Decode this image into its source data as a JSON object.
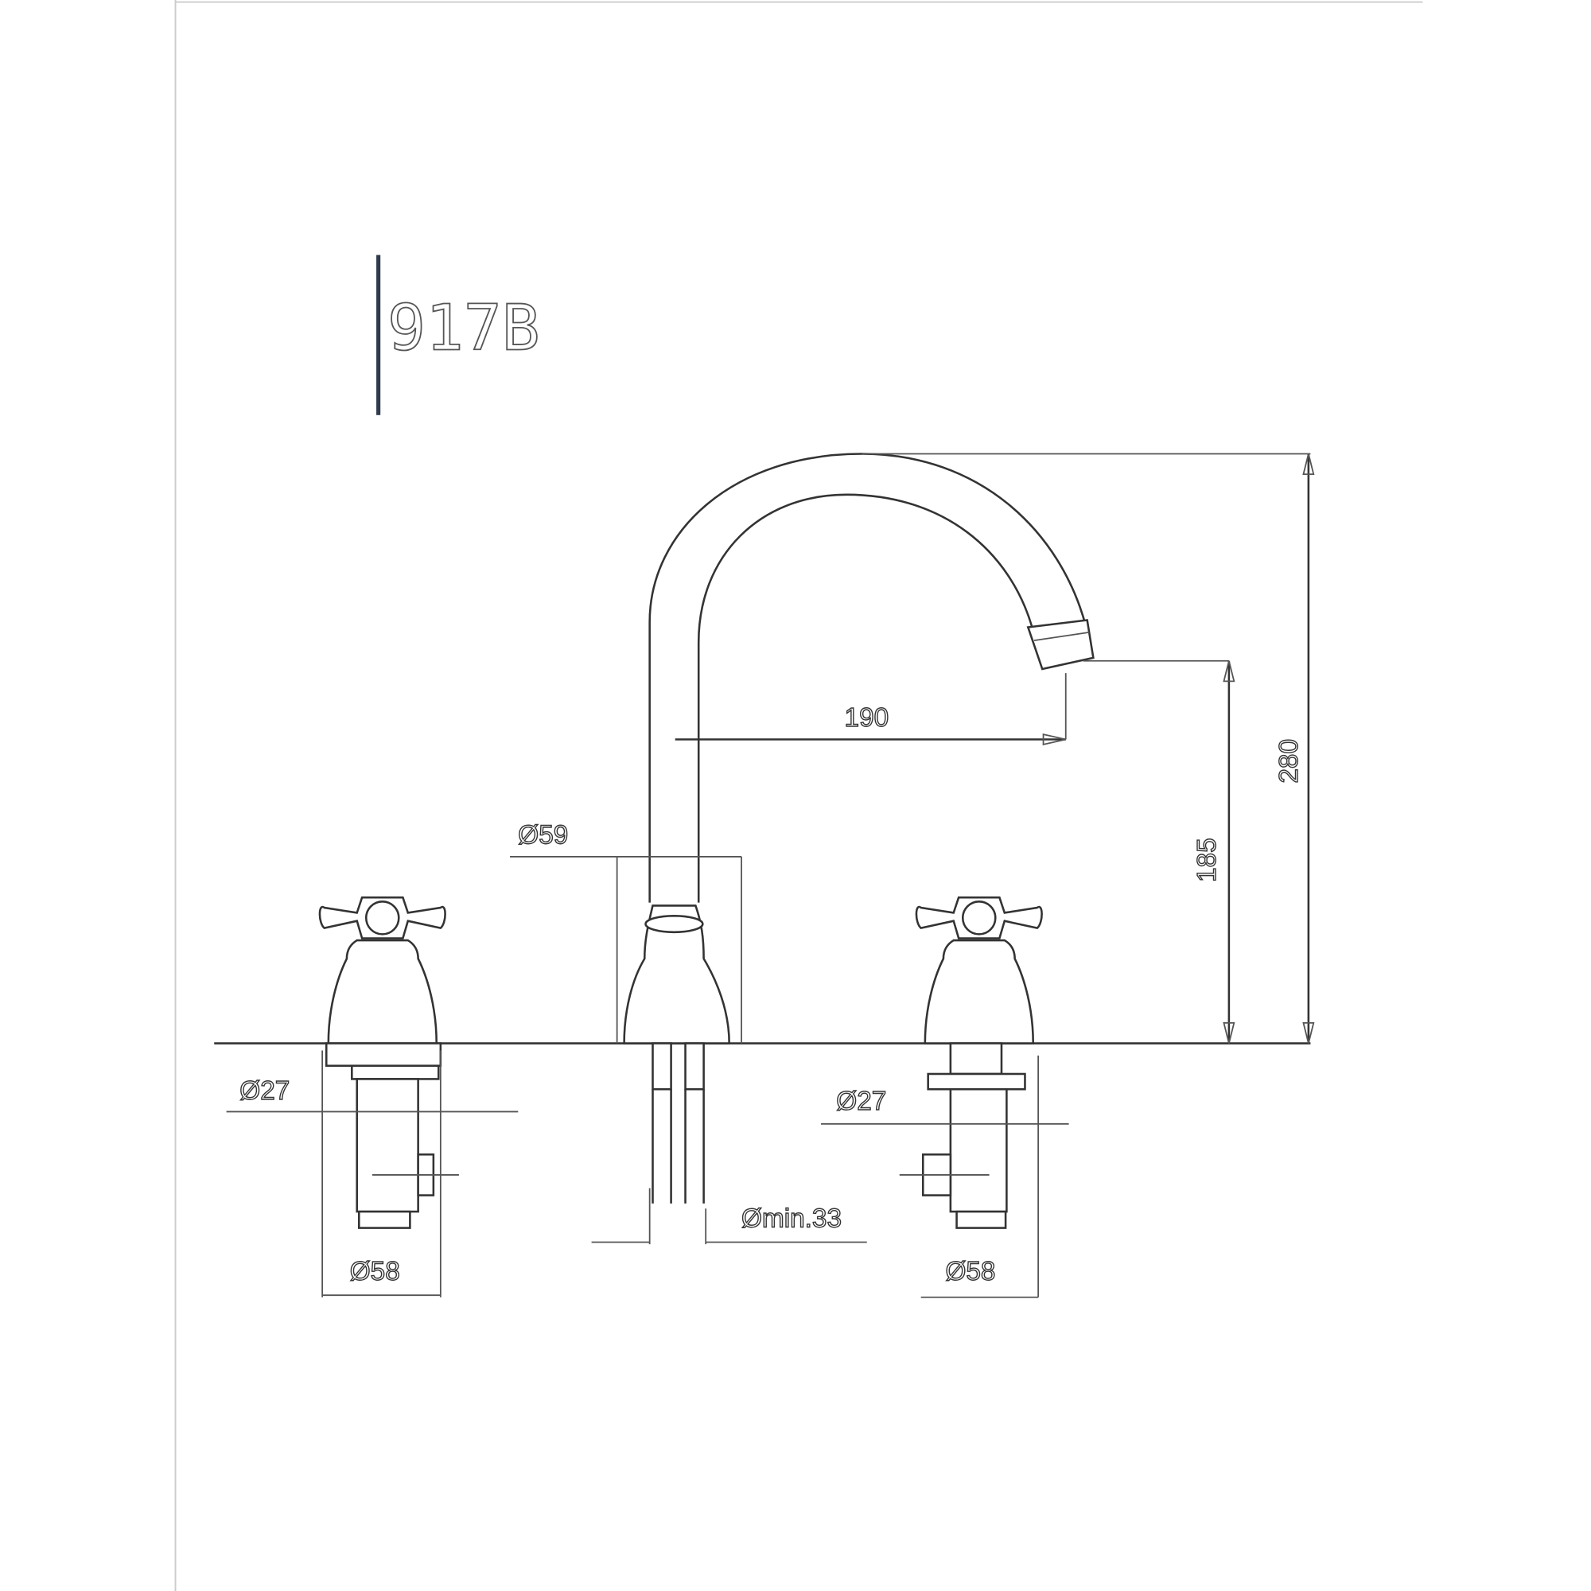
{
  "title": "917B",
  "accent_color": "#2f3b4c",
  "dimensions": {
    "total_height": "280",
    "spout_height": "185",
    "spout_reach": "190",
    "spout_base_diameter": "Ø59",
    "left_valve_shank": "Ø27",
    "right_valve_shank": "Ø27",
    "left_valve_base": "Ø58",
    "right_valve_base": "Ø58",
    "min_hole": "Ømin.33"
  }
}
